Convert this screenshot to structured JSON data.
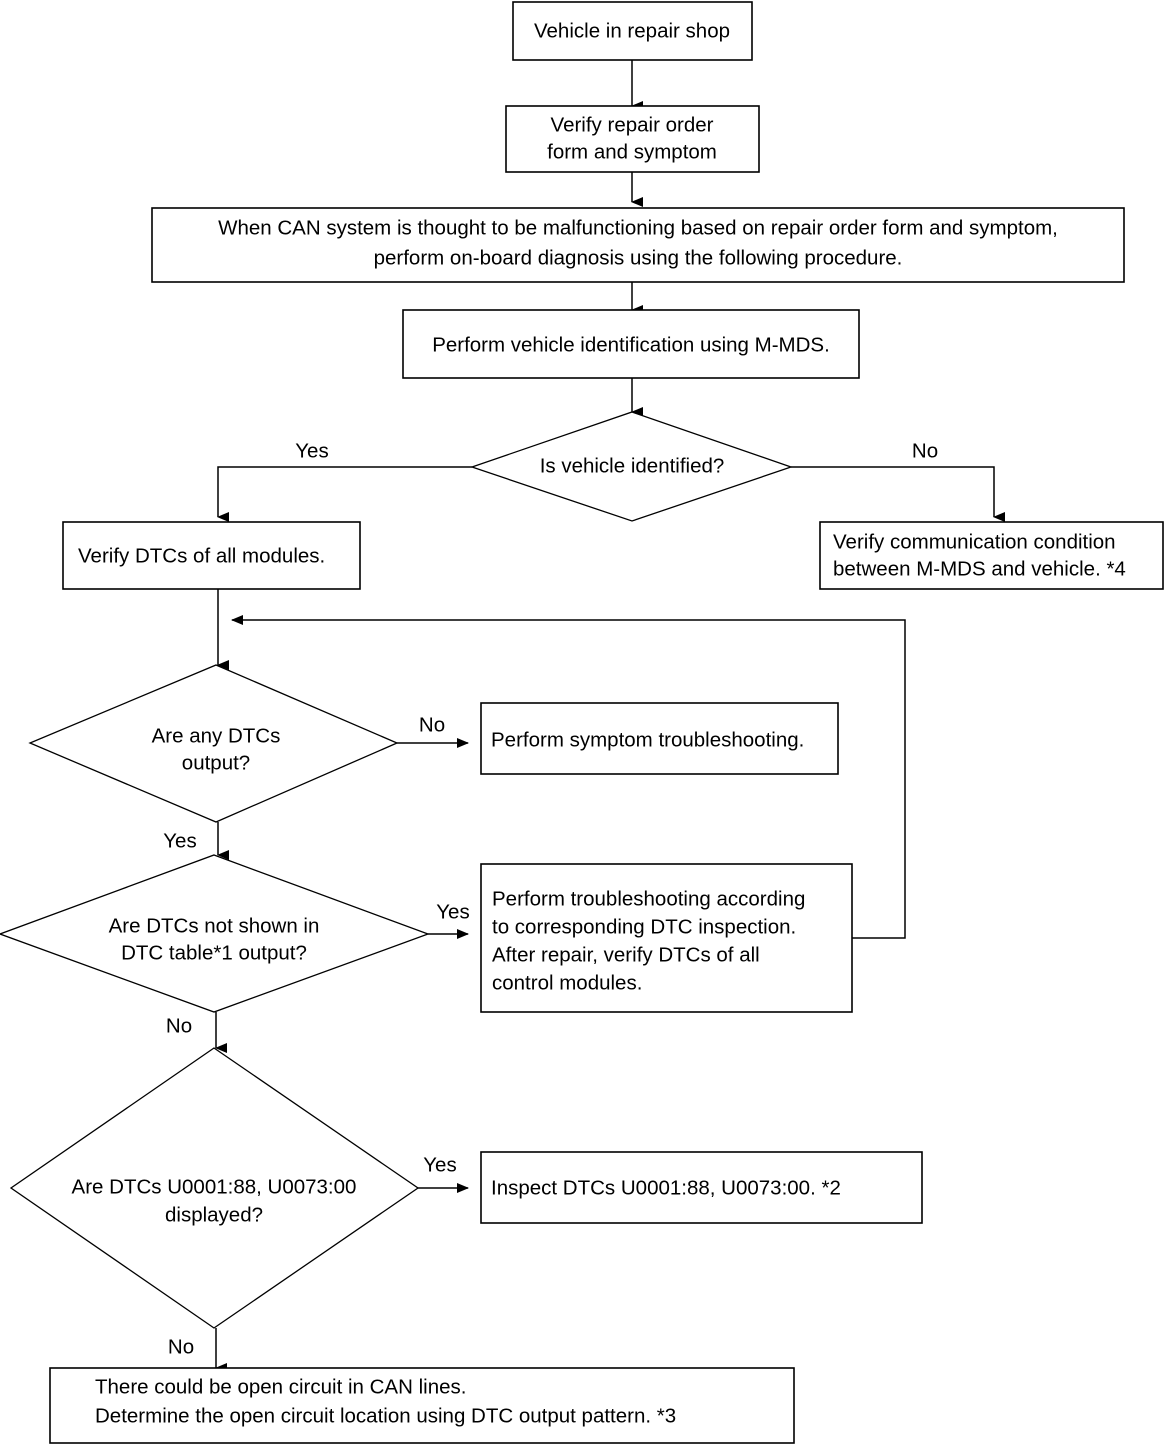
{
  "diagram": {
    "title": "CAN system on-board diagnosis flowchart",
    "accent_color": "#000000",
    "background_color": "#ffffff"
  },
  "nodes": {
    "start": {
      "type": "process",
      "lines": [
        "Vehicle in repair shop"
      ]
    },
    "verify_order": {
      "type": "process",
      "lines": [
        "Verify repair order",
        "form and symptom"
      ]
    },
    "can_note": {
      "type": "process",
      "lines": [
        "When CAN system is thought to be malfunctioning based on repair order form and symptom,",
        "perform on-board diagnosis using the following procedure."
      ]
    },
    "vehicle_id": {
      "type": "process",
      "lines": [
        "Perform vehicle identification using M-MDS."
      ]
    },
    "is_vehicle_identified": {
      "type": "decision",
      "lines": [
        "Is vehicle identified?"
      ]
    },
    "verify_dtcs_modules": {
      "type": "process",
      "lines": [
        "Verify DTCs of all modules."
      ]
    },
    "verify_communication": {
      "type": "process",
      "lines": [
        "Verify communication condition",
        "between M-MDS and vehicle. *4"
      ]
    },
    "any_dtcs_output": {
      "type": "decision",
      "lines": [
        "Are any DTCs",
        "output?"
      ]
    },
    "symptom_troubleshooting": {
      "type": "process",
      "lines": [
        "Perform symptom troubleshooting."
      ]
    },
    "dtcs_not_shown": {
      "type": "decision",
      "lines": [
        "Are DTCs not shown in",
        "DTC table*1 output?"
      ]
    },
    "perform_troubleshooting": {
      "type": "process",
      "lines": [
        "Perform troubleshooting according",
        "to corresponding DTC inspection.",
        "After repair, verify DTCs of all",
        "control modules."
      ]
    },
    "dtcs_displayed": {
      "type": "decision",
      "lines": [
        "Are DTCs U0001:88, U0073:00",
        "displayed?"
      ]
    },
    "inspect_dtcs": {
      "type": "process",
      "lines": [
        "Inspect DTCs U0001:88, U0073:00.  *2"
      ]
    },
    "open_circuit": {
      "type": "process",
      "lines": [
        "There could be open circuit in CAN lines.",
        "Determine the open circuit location using DTC output pattern.   *3"
      ]
    }
  },
  "edge_labels": {
    "vehicle_identified_yes": "Yes",
    "vehicle_identified_no": "No",
    "any_dtcs_no": "No",
    "any_dtcs_yes": "Yes",
    "dtcs_not_shown_yes": "Yes",
    "dtcs_not_shown_no": "No",
    "dtcs_displayed_yes": "Yes",
    "dtcs_displayed_no": "No"
  },
  "footnotes": {
    "ref1": "*1",
    "ref2": "*2",
    "ref3": "*3",
    "ref4": "*4"
  }
}
